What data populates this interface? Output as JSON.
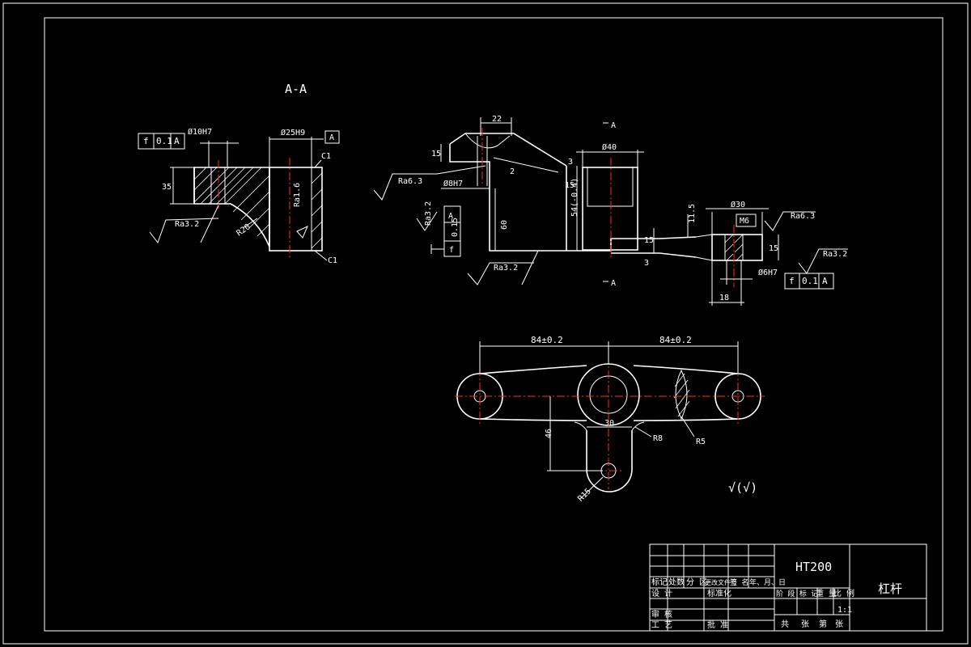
{
  "colors": {
    "background": "#000000",
    "line": "#ffffff",
    "centerline": "#ff2a2a"
  },
  "section_view": {
    "title": "A-A",
    "tolerance_frame": [
      "f",
      "0.1",
      "A"
    ],
    "labels": [
      "Ø10H7",
      "Ø25H9",
      "A",
      "C1",
      "C1",
      "35",
      "Ra1.6",
      "R20",
      "Ra3.2"
    ]
  },
  "side_view": {
    "labels": [
      "22",
      "A",
      "Ø40",
      "15",
      "2",
      "3",
      "Ra6.3",
      "Ø8H7",
      "15",
      "Ra3.2",
      "0.15",
      "A",
      "f",
      "Ra3.2",
      "Ø30",
      "Ra6.3",
      "M6",
      "15",
      "15",
      "Ra3.2",
      "3",
      "A",
      "Ø6H7",
      "f",
      "0.1",
      "A",
      "18"
    ],
    "dim_vertical": [
      "60",
      "54(-0.4)",
      "11.5"
    ]
  },
  "plan_view": {
    "labels": [
      "84±0.2",
      "84±0.2",
      "30",
      "R8",
      "R5",
      "46",
      "R15"
    ],
    "roughness_note": "√(√)"
  },
  "title_block": {
    "material": "HT200",
    "part_name": "杠杆",
    "scale": "1:1",
    "header_cells": [
      "标记",
      "处数",
      "分 区",
      "更改文件号",
      "签 名",
      "年、月、日"
    ],
    "row_labels": [
      "设 计",
      "标准化",
      "审 核",
      "工 艺",
      "批 准"
    ],
    "stage_labels": [
      "阶 段 标 记",
      "重 量",
      "比 例"
    ],
    "sheet_labels": [
      "共",
      "张",
      "第",
      "张"
    ]
  }
}
